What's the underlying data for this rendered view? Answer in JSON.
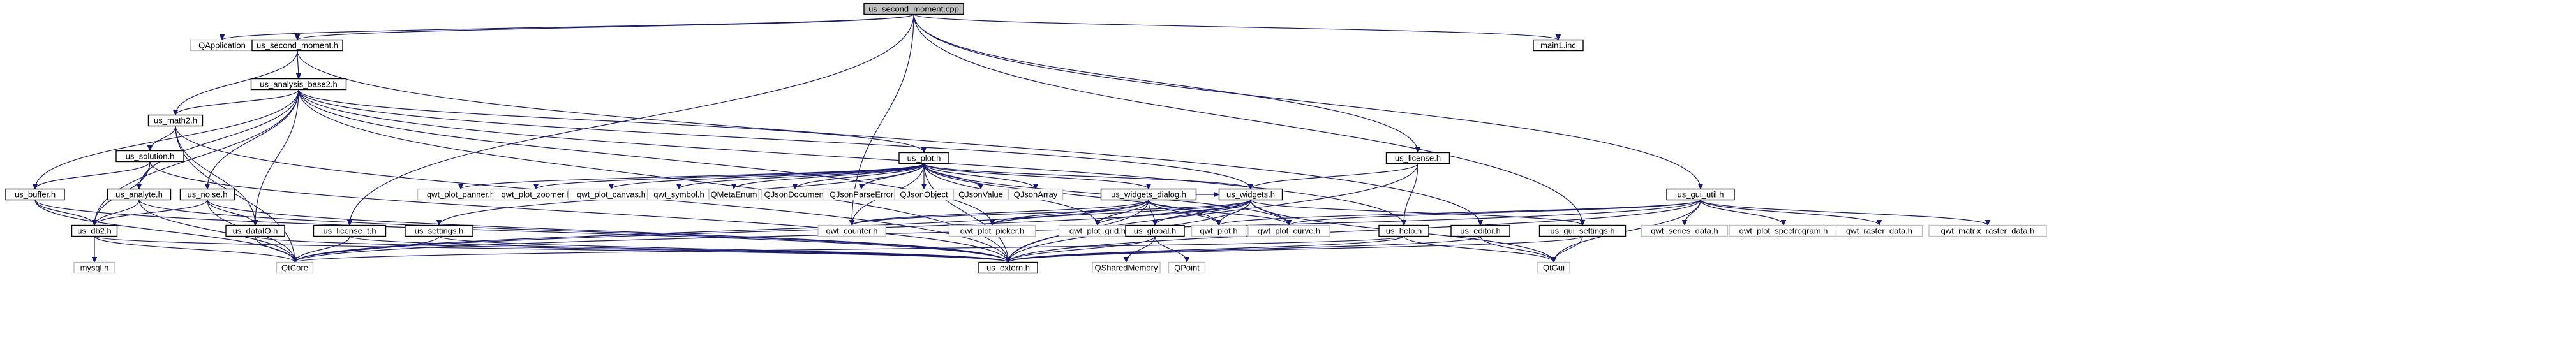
{
  "diagram": {
    "nodes": [
      {
        "id": "us_second_moment.cpp",
        "label": "us_second_moment.cpp",
        "kind": "root"
      },
      {
        "id": "QApplication",
        "label": "QApplication",
        "kind": "nofile"
      },
      {
        "id": "us_second_moment.h",
        "label": "us_second_moment.h",
        "kind": "file"
      },
      {
        "id": "main1.inc",
        "label": "main1.inc",
        "kind": "file"
      },
      {
        "id": "us_analysis_base2.h",
        "label": "us_analysis_base2.h",
        "kind": "file"
      },
      {
        "id": "us_math2.h",
        "label": "us_math2.h",
        "kind": "file"
      },
      {
        "id": "us_solution.h",
        "label": "us_solution.h",
        "kind": "file"
      },
      {
        "id": "us_buffer.h",
        "label": "us_buffer.h",
        "kind": "file"
      },
      {
        "id": "us_analyte.h",
        "label": "us_analyte.h",
        "kind": "file"
      },
      {
        "id": "us_noise.h",
        "label": "us_noise.h",
        "kind": "file"
      },
      {
        "id": "us_db2.h",
        "label": "us_db2.h",
        "kind": "file"
      },
      {
        "id": "us_dataIO.h",
        "label": "us_dataIO.h",
        "kind": "file"
      },
      {
        "id": "mysql.h",
        "label": "mysql.h",
        "kind": "nofile"
      },
      {
        "id": "QtCore",
        "label": "QtCore",
        "kind": "nofile"
      },
      {
        "id": "us_extern.h",
        "label": "us_extern.h",
        "kind": "file"
      },
      {
        "id": "us_plot.h",
        "label": "us_plot.h",
        "kind": "file"
      },
      {
        "id": "qwt_plot_panner.h",
        "label": "qwt_plot_panner.h",
        "kind": "nofile"
      },
      {
        "id": "qwt_plot_zoomer.h",
        "label": "qwt_plot_zoomer.h",
        "kind": "nofile"
      },
      {
        "id": "qwt_plot_canvas.h",
        "label": "qwt_plot_canvas.h",
        "kind": "nofile"
      },
      {
        "id": "qwt_symbol.h",
        "label": "qwt_symbol.h",
        "kind": "nofile"
      },
      {
        "id": "QMetaEnum",
        "label": "QMetaEnum",
        "kind": "nofile"
      },
      {
        "id": "QJsonDocument",
        "label": "QJsonDocument",
        "kind": "nofile"
      },
      {
        "id": "QJsonParseError",
        "label": "QJsonParseError",
        "kind": "nofile"
      },
      {
        "id": "QJsonObject",
        "label": "QJsonObject",
        "kind": "nofile"
      },
      {
        "id": "QJsonValue",
        "label": "QJsonValue",
        "kind": "nofile"
      },
      {
        "id": "QJsonArray",
        "label": "QJsonArray",
        "kind": "nofile"
      },
      {
        "id": "us_widgets_dialog.h",
        "label": "us_widgets_dialog.h",
        "kind": "file"
      },
      {
        "id": "us_widgets.h",
        "label": "us_widgets.h",
        "kind": "file"
      },
      {
        "id": "us_license.h",
        "label": "us_license.h",
        "kind": "file"
      },
      {
        "id": "us_settings.h",
        "label": "us_settings.h",
        "kind": "file"
      },
      {
        "id": "us_license_t.h",
        "label": "us_license_t.h",
        "kind": "file"
      },
      {
        "id": "qwt_counter.h",
        "label": "qwt_counter.h",
        "kind": "nofile"
      },
      {
        "id": "qwt_plot_picker.h",
        "label": "qwt_plot_picker.h",
        "kind": "nofile"
      },
      {
        "id": "qwt_plot_grid.h",
        "label": "qwt_plot_grid.h",
        "kind": "nofile"
      },
      {
        "id": "us_global.h",
        "label": "us_global.h",
        "kind": "file"
      },
      {
        "id": "qwt_plot.h",
        "label": "qwt_plot.h",
        "kind": "nofile"
      },
      {
        "id": "qwt_plot_curve.h",
        "label": "qwt_plot_curve.h",
        "kind": "nofile"
      },
      {
        "id": "QSharedMemory",
        "label": "QSharedMemory",
        "kind": "nofile"
      },
      {
        "id": "QPoint",
        "label": "QPoint",
        "kind": "nofile"
      },
      {
        "id": "us_help.h",
        "label": "us_help.h",
        "kind": "file"
      },
      {
        "id": "us_editor.h",
        "label": "us_editor.h",
        "kind": "file"
      },
      {
        "id": "us_gui_settings.h",
        "label": "us_gui_settings.h",
        "kind": "file"
      },
      {
        "id": "QtGui",
        "label": "QtGui",
        "kind": "nofile"
      },
      {
        "id": "us_gui_util.h",
        "label": "us_gui_util.h",
        "kind": "file"
      },
      {
        "id": "qwt_series_data.h",
        "label": "qwt_series_data.h",
        "kind": "nofile"
      },
      {
        "id": "qwt_plot_spectrogram.h",
        "label": "qwt_plot_spectrogram.h",
        "kind": "nofile"
      },
      {
        "id": "qwt_raster_data.h",
        "label": "qwt_raster_data.h",
        "kind": "nofile"
      },
      {
        "id": "qwt_matrix_raster_data.h",
        "label": "qwt_matrix_raster_data.h",
        "kind": "nofile"
      }
    ],
    "edges": [
      [
        "us_second_moment.cpp",
        "QApplication"
      ],
      [
        "us_second_moment.cpp",
        "us_second_moment.h"
      ],
      [
        "us_second_moment.cpp",
        "main1.inc"
      ],
      [
        "us_second_moment.cpp",
        "us_license.h"
      ],
      [
        "us_second_moment.cpp",
        "us_license_t.h"
      ],
      [
        "us_second_moment.cpp",
        "us_gui_util.h"
      ],
      [
        "us_second_moment.cpp",
        "us_gui_settings.h"
      ],
      [
        "us_second_moment.cpp",
        "qwt_counter.h"
      ],
      [
        "us_second_moment.h",
        "us_analysis_base2.h"
      ],
      [
        "us_second_moment.h",
        "us_math2.h"
      ],
      [
        "us_second_moment.h",
        "us_editor.h"
      ],
      [
        "us_analysis_base2.h",
        "us_math2.h"
      ],
      [
        "us_analysis_base2.h",
        "us_buffer.h"
      ],
      [
        "us_analysis_base2.h",
        "us_analyte.h"
      ],
      [
        "us_analysis_base2.h",
        "us_noise.h"
      ],
      [
        "us_analysis_base2.h",
        "us_dataIO.h"
      ],
      [
        "us_analysis_base2.h",
        "us_db2.h"
      ],
      [
        "us_analysis_base2.h",
        "us_plot.h"
      ],
      [
        "us_analysis_base2.h",
        "us_widgets.h"
      ],
      [
        "us_analysis_base2.h",
        "us_help.h"
      ],
      [
        "us_analysis_base2.h",
        "qwt_plot_picker.h"
      ],
      [
        "us_analysis_base2.h",
        "us_extern.h"
      ],
      [
        "us_math2.h",
        "us_solution.h"
      ],
      [
        "us_math2.h",
        "us_dataIO.h"
      ],
      [
        "us_math2.h",
        "us_extern.h"
      ],
      [
        "us_math2.h",
        "QtCore"
      ],
      [
        "us_solution.h",
        "us_buffer.h"
      ],
      [
        "us_solution.h",
        "us_analyte.h"
      ],
      [
        "us_solution.h",
        "us_db2.h"
      ],
      [
        "us_solution.h",
        "us_extern.h"
      ],
      [
        "us_buffer.h",
        "us_db2.h"
      ],
      [
        "us_buffer.h",
        "QtCore"
      ],
      [
        "us_buffer.h",
        "us_extern.h"
      ],
      [
        "us_analyte.h",
        "us_db2.h"
      ],
      [
        "us_analyte.h",
        "QtCore"
      ],
      [
        "us_analyte.h",
        "us_extern.h"
      ],
      [
        "us_noise.h",
        "us_db2.h"
      ],
      [
        "us_noise.h",
        "us_dataIO.h"
      ],
      [
        "us_noise.h",
        "QtCore"
      ],
      [
        "us_noise.h",
        "us_extern.h"
      ],
      [
        "us_db2.h",
        "mysql.h"
      ],
      [
        "us_db2.h",
        "QtCore"
      ],
      [
        "us_db2.h",
        "us_extern.h"
      ],
      [
        "us_dataIO.h",
        "QtCore"
      ],
      [
        "us_dataIO.h",
        "us_extern.h"
      ],
      [
        "us_plot.h",
        "qwt_plot_panner.h"
      ],
      [
        "us_plot.h",
        "qwt_plot_zoomer.h"
      ],
      [
        "us_plot.h",
        "qwt_plot_canvas.h"
      ],
      [
        "us_plot.h",
        "qwt_symbol.h"
      ],
      [
        "us_plot.h",
        "QMetaEnum"
      ],
      [
        "us_plot.h",
        "QJsonDocument"
      ],
      [
        "us_plot.h",
        "QJsonParseError"
      ],
      [
        "us_plot.h",
        "QJsonObject"
      ],
      [
        "us_plot.h",
        "QJsonValue"
      ],
      [
        "us_plot.h",
        "QJsonArray"
      ],
      [
        "us_plot.h",
        "us_widgets_dialog.h"
      ],
      [
        "us_plot.h",
        "us_widgets.h"
      ],
      [
        "us_plot.h",
        "us_settings.h"
      ],
      [
        "us_plot.h",
        "qwt_counter.h"
      ],
      [
        "us_plot.h",
        "qwt_plot_grid.h"
      ],
      [
        "us_plot.h",
        "qwt_plot.h"
      ],
      [
        "us_plot.h",
        "qwt_plot_curve.h"
      ],
      [
        "us_plot.h",
        "us_extern.h"
      ],
      [
        "us_widgets_dialog.h",
        "us_widgets.h"
      ],
      [
        "us_widgets_dialog.h",
        "us_global.h"
      ],
      [
        "us_widgets_dialog.h",
        "qwt_counter.h"
      ],
      [
        "us_widgets_dialog.h",
        "qwt_plot_picker.h"
      ],
      [
        "us_widgets_dialog.h",
        "qwt_plot_grid.h"
      ],
      [
        "us_widgets_dialog.h",
        "qwt_plot.h"
      ],
      [
        "us_widgets_dialog.h",
        "qwt_plot_curve.h"
      ],
      [
        "us_widgets_dialog.h",
        "us_extern.h"
      ],
      [
        "us_widgets_dialog.h",
        "QtCore"
      ],
      [
        "us_widgets.h",
        "us_global.h"
      ],
      [
        "us_widgets.h",
        "us_gui_settings.h"
      ],
      [
        "us_widgets.h",
        "qwt_counter.h"
      ],
      [
        "us_widgets.h",
        "qwt_plot_picker.h"
      ],
      [
        "us_widgets.h",
        "qwt_plot_grid.h"
      ],
      [
        "us_widgets.h",
        "qwt_plot.h"
      ],
      [
        "us_widgets.h",
        "qwt_plot_curve.h"
      ],
      [
        "us_widgets.h",
        "us_extern.h"
      ],
      [
        "us_widgets.h",
        "QtCore"
      ],
      [
        "us_widgets.h",
        "QtGui"
      ],
      [
        "us_license.h",
        "us_widgets.h"
      ],
      [
        "us_license.h",
        "us_help.h"
      ],
      [
        "us_license.h",
        "us_extern.h"
      ],
      [
        "us_settings.h",
        "QtCore"
      ],
      [
        "us_settings.h",
        "us_extern.h"
      ],
      [
        "us_license_t.h",
        "QtCore"
      ],
      [
        "us_license_t.h",
        "us_extern.h"
      ],
      [
        "us_global.h",
        "QSharedMemory"
      ],
      [
        "us_global.h",
        "QPoint"
      ],
      [
        "us_global.h",
        "us_extern.h"
      ],
      [
        "us_help.h",
        "us_extern.h"
      ],
      [
        "us_help.h",
        "QtGui"
      ],
      [
        "us_help.h",
        "QtCore"
      ],
      [
        "us_editor.h",
        "us_extern.h"
      ],
      [
        "us_editor.h",
        "QtGui"
      ],
      [
        "us_gui_settings.h",
        "us_extern.h"
      ],
      [
        "us_gui_settings.h",
        "QtGui"
      ],
      [
        "us_gui_util.h",
        "qwt_plot.h"
      ],
      [
        "us_gui_util.h",
        "qwt_plot_curve.h"
      ],
      [
        "us_gui_util.h",
        "qwt_series_data.h"
      ],
      [
        "us_gui_util.h",
        "qwt_plot_spectrogram.h"
      ],
      [
        "us_gui_util.h",
        "qwt_raster_data.h"
      ],
      [
        "us_gui_util.h",
        "qwt_matrix_raster_data.h"
      ],
      [
        "us_gui_util.h",
        "us_extern.h"
      ],
      [
        "us_gui_util.h",
        "QtGui"
      ],
      [
        "us_gui_util.h",
        "QtCore"
      ]
    ]
  }
}
